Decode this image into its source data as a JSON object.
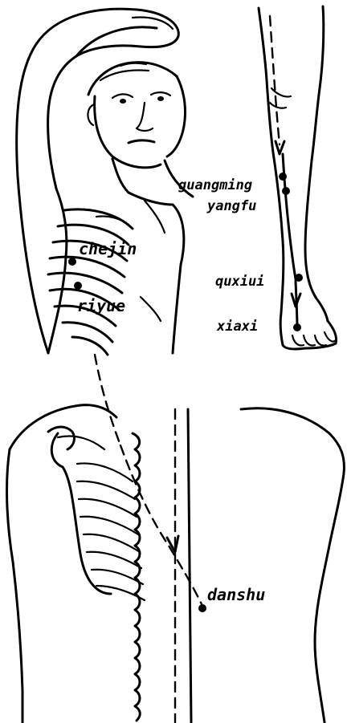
{
  "points": {
    "guangming": "guangming",
    "yangfu": "yangfu",
    "qiuxu": "quxiui",
    "xiaxi": "xiaxi",
    "zhejin": "chejin",
    "riyue": "riyue",
    "danshu": "danshu"
  },
  "colors": {
    "ink": "#000000",
    "paper": "#ffffff"
  }
}
